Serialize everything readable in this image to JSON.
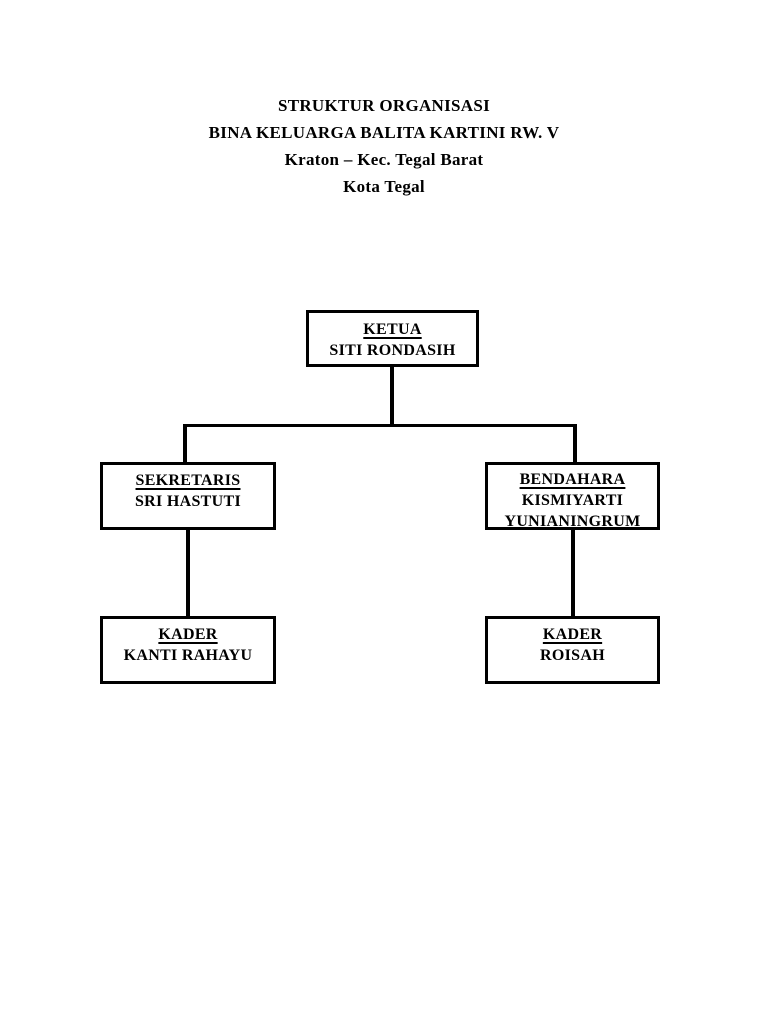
{
  "title": {
    "lines": [
      "STRUKTUR ORGANISASI",
      "BINA KELUARGA BALITA KARTINI RW. V",
      "Kraton – Kec. Tegal Barat",
      "Kota Tegal"
    ]
  },
  "org_chart": {
    "type": "org-chart",
    "levels": 3,
    "nodes": [
      {
        "id": "ketua",
        "role": "KETUA",
        "name": "SITI RONDASIH",
        "level": 1
      },
      {
        "id": "sekretaris",
        "role": "SEKRETARIS",
        "name": "SRI HASTUTI",
        "level": 2
      },
      {
        "id": "bendahara",
        "role": "BENDAHARA",
        "name": "KISMIYARTI YUNIANINGRUM",
        "level": 2
      },
      {
        "id": "kader-left",
        "role": "KADER",
        "name": "KANTI RAHAYU",
        "level": 3
      },
      {
        "id": "kader-right",
        "role": "KADER",
        "name": "ROISAH",
        "level": 3
      }
    ],
    "edges": [
      {
        "from": "ketua",
        "to": "sekretaris"
      },
      {
        "from": "ketua",
        "to": "bendahara"
      },
      {
        "from": "sekretaris",
        "to": "kader-left"
      },
      {
        "from": "bendahara",
        "to": "kader-right"
      }
    ]
  },
  "colors": {
    "background": "#ffffff",
    "text": "#000000",
    "line": "#000000",
    "box_border": "#000000"
  }
}
